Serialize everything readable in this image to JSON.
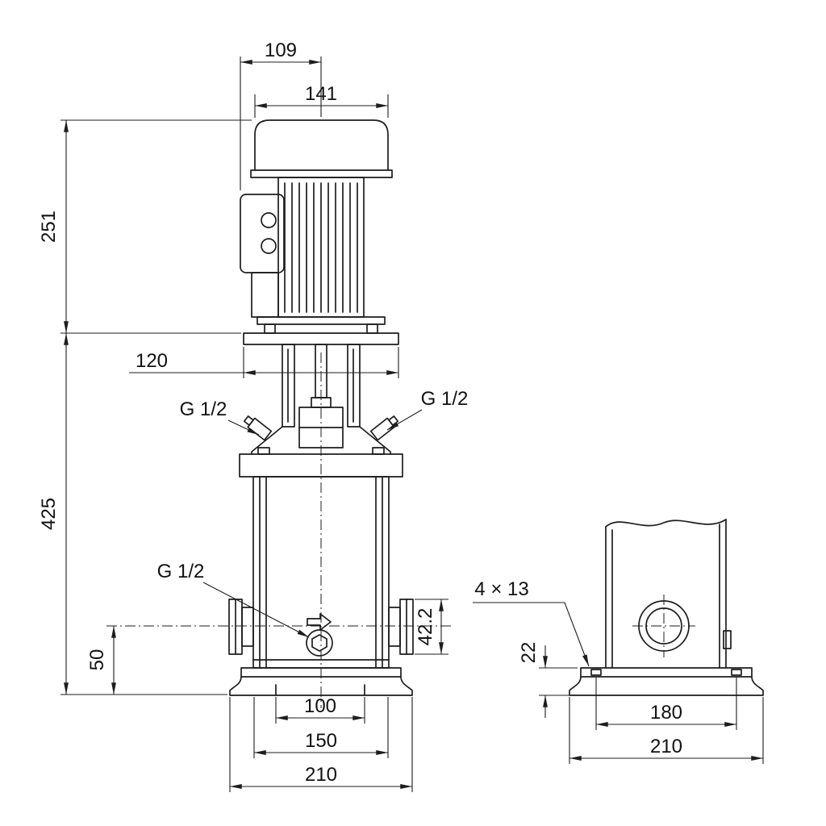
{
  "drawing": {
    "type": "technical-dimensional-drawing",
    "line_color": "#1d1d1d",
    "background": "#ffffff"
  },
  "labels": {
    "dim_109": "109",
    "dim_141": "141",
    "dim_251": "251",
    "dim_120": "120",
    "dim_425": "425",
    "vent_left": "G 1/2",
    "vent_right": "G 1/2",
    "drain": "G 1/2",
    "dim_50": "50",
    "dim_42_2": "42.2",
    "holes": "4 × 13",
    "dim_22": "22",
    "dim_100": "100",
    "dim_150": "150",
    "dim_210_front": "210",
    "dim_180": "180",
    "dim_210_side": "210"
  }
}
